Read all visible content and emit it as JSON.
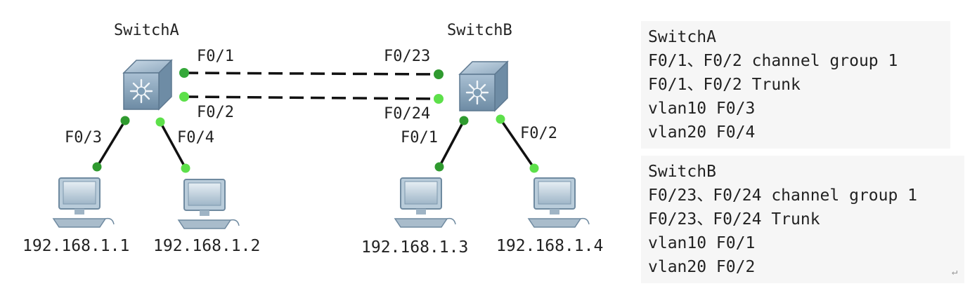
{
  "switches": {
    "a": {
      "name": "SwitchA"
    },
    "b": {
      "name": "SwitchB"
    }
  },
  "ports": {
    "a_f01": "F0/1",
    "a_f02": "F0/2",
    "a_f03": "F0/3",
    "a_f04": "F0/4",
    "b_f023": "F0/23",
    "b_f024": "F0/24",
    "b_f01": "F0/1",
    "b_f02": "F0/2"
  },
  "hosts": [
    {
      "ip": "192.168.1.1"
    },
    {
      "ip": "192.168.1.2"
    },
    {
      "ip": "192.168.1.3"
    },
    {
      "ip": "192.168.1.4"
    }
  ],
  "notes_a": {
    "title": "SwitchA",
    "lines": [
      "F0/1、F0/2 channel group 1",
      "F0/1、F0/2 Trunk",
      "vlan10 F0/3",
      "vlan20 F0/4"
    ]
  },
  "notes_b": {
    "title": "SwitchB",
    "lines": [
      "F0/23、F0/24 channel group 1",
      "F0/23、F0/24 Trunk",
      "vlan10 F0/1",
      "vlan20 F0/2"
    ]
  },
  "colors": {
    "switch_body": "#7e9db5",
    "link_dot_bright": "#5de04a",
    "link_dot_dark": "#2f9a2f",
    "cable": "#111111"
  },
  "icons": {
    "switch": "multilayer-switch-icon",
    "host": "pc-icon",
    "return_mark": "return-arrow-icon"
  },
  "return_mark": "↵"
}
